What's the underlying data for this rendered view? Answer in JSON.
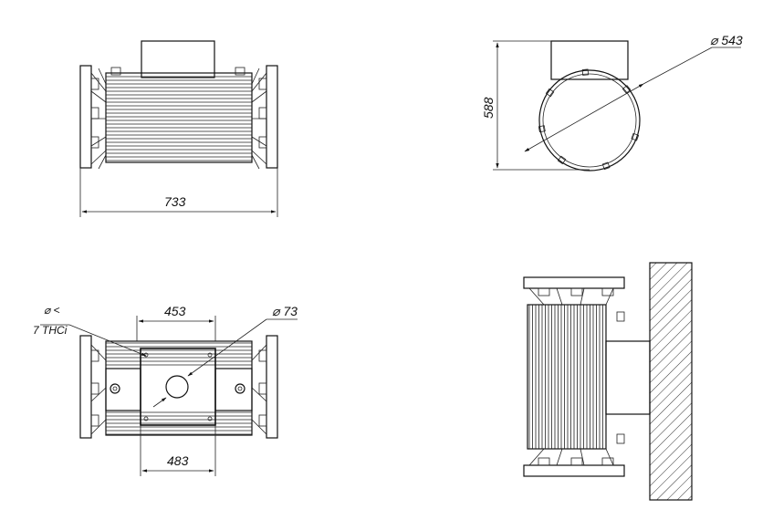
{
  "views": {
    "front": {
      "overall_width": "733"
    },
    "side": {
      "height": "588",
      "diameter": "⌀ 543"
    },
    "bottom": {
      "hole_spacing_top": "453",
      "hole_spacing_bottom": "483",
      "bolt_hole_label": "⌀ <",
      "bolt_hole_note": "7 ТНСi",
      "center_hole_label": "⌀ 73"
    },
    "mounted": {}
  },
  "colors": {
    "line": "#111111",
    "background": "#ffffff",
    "hatch": "#333333"
  }
}
